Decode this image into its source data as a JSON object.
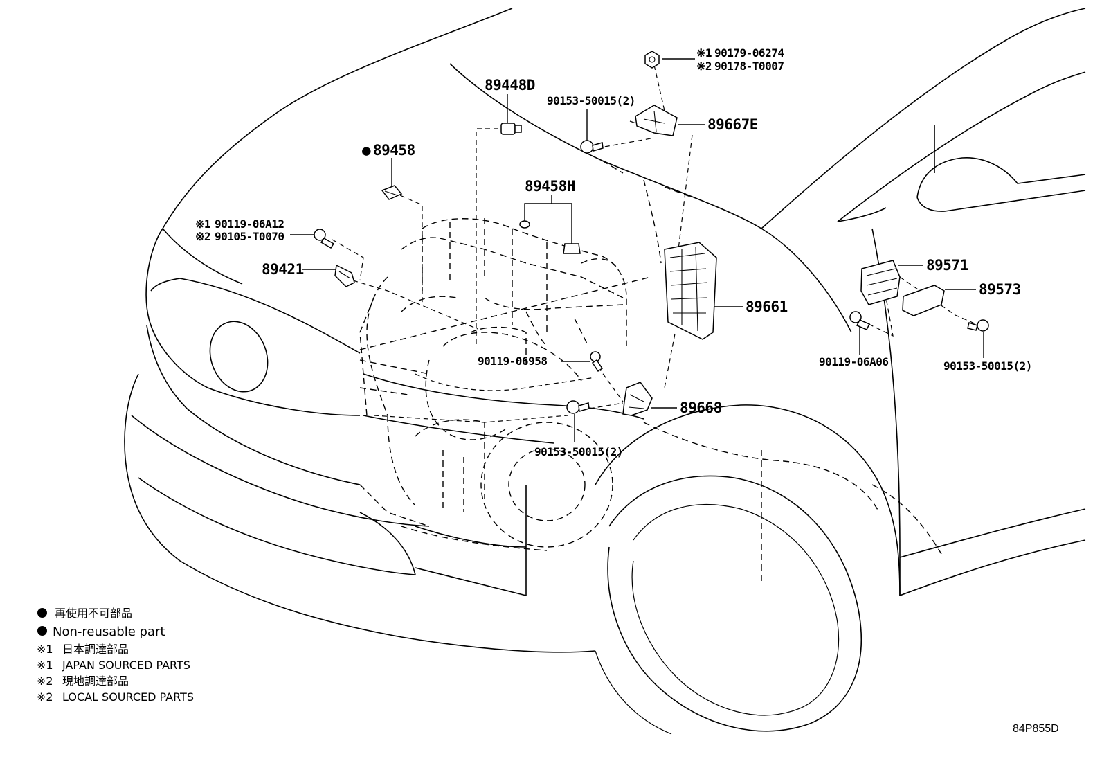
{
  "diagram_code": "84P855D",
  "callouts": {
    "p89448D": "89448D",
    "p89458": "89458",
    "p89458H": "89458H",
    "p90119_06A12": "90119-06A12",
    "p90105_T0070": "90105-T0070",
    "p89421": "89421",
    "p90179_06274": "90179-06274",
    "p90178_T0007": "90178-T0007",
    "p90153_top": "90153-50015(2)",
    "p89667E": "89667E",
    "p89661": "89661",
    "p89571": "89571",
    "p89573": "89573",
    "p90119_06A06": "90119-06A06",
    "p90153_right": "90153-50015(2)",
    "p90119_06958": "90119-06958",
    "p89668": "89668",
    "p90153_bottom": "90153-50015(2)"
  },
  "marks": {
    "non_reusable": "●",
    "ref1": "※1",
    "ref2": "※2"
  },
  "legend": {
    "line1": "再使用不可部品",
    "line2": "Non-reusable part",
    "line3": "日本調達部品",
    "line4": "JAPAN SOURCED PARTS",
    "line5": "現地調達部品",
    "line6": "LOCAL SOURCED PARTS"
  }
}
